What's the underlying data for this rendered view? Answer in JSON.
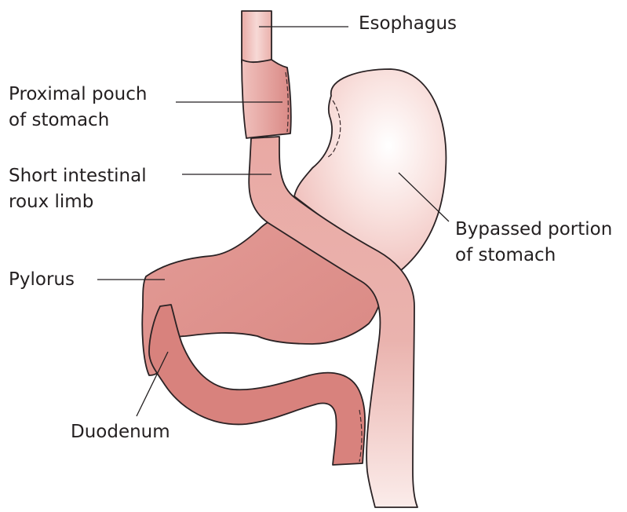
{
  "labels": {
    "esophagus": "Esophagus",
    "proximal_pouch": [
      "Proximal pouch",
      "of stomach"
    ],
    "roux_limb": [
      "Short intestinal",
      "roux limb"
    ],
    "bypassed": [
      "Bypassed portion",
      "of stomach"
    ],
    "pylorus": "Pylorus",
    "duodenum": "Duodenum"
  },
  "colors": {
    "bypassed_stomach_center": "#fffafa",
    "bypassed_stomach_edge": "#f2c6c3",
    "stomach_body": "#de8f8a",
    "duodenum": "#d8827d",
    "roux_limb": "#eaaaa5",
    "esophagus": "#f4cfcb",
    "outline": "#2a2224"
  }
}
